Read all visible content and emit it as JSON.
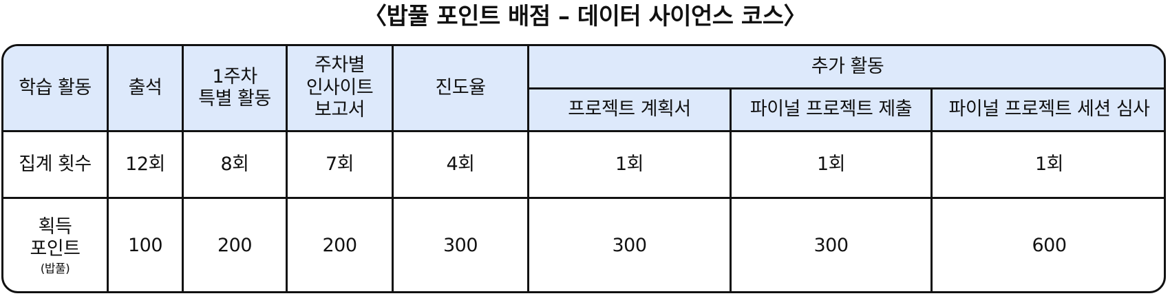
{
  "title": "〈밥풀 포인트 배점 – 데이터 사이언스 코스〉",
  "header": {
    "activity": "학습 활동",
    "attendance": "출석",
    "weekly_special_line1": "1주차",
    "weekly_special_line2": "특별 활동",
    "weekly_report_line1": "주차별",
    "weekly_report_line2": "인사이트",
    "weekly_report_line3": "보고서",
    "progress": "진도율",
    "extra": "추가 활동",
    "extra_items": [
      "프로젝트 계획서",
      "파이널 프로젝트 제출",
      "파이널 프로젝트 세션 심사"
    ]
  },
  "count_row": {
    "label": "집계 횟수",
    "values": [
      "12회",
      "8회",
      "7회",
      "4회",
      "1회",
      "1회",
      "1회"
    ]
  },
  "points_row": {
    "label_line1": "획득",
    "label_line2": "포인트",
    "label_sub": "(밥풀)",
    "values": [
      "100",
      "200",
      "200",
      "300",
      "300",
      "300",
      "600"
    ]
  },
  "colors": {
    "header_bg": "#dde9fb",
    "border": "#111111"
  }
}
